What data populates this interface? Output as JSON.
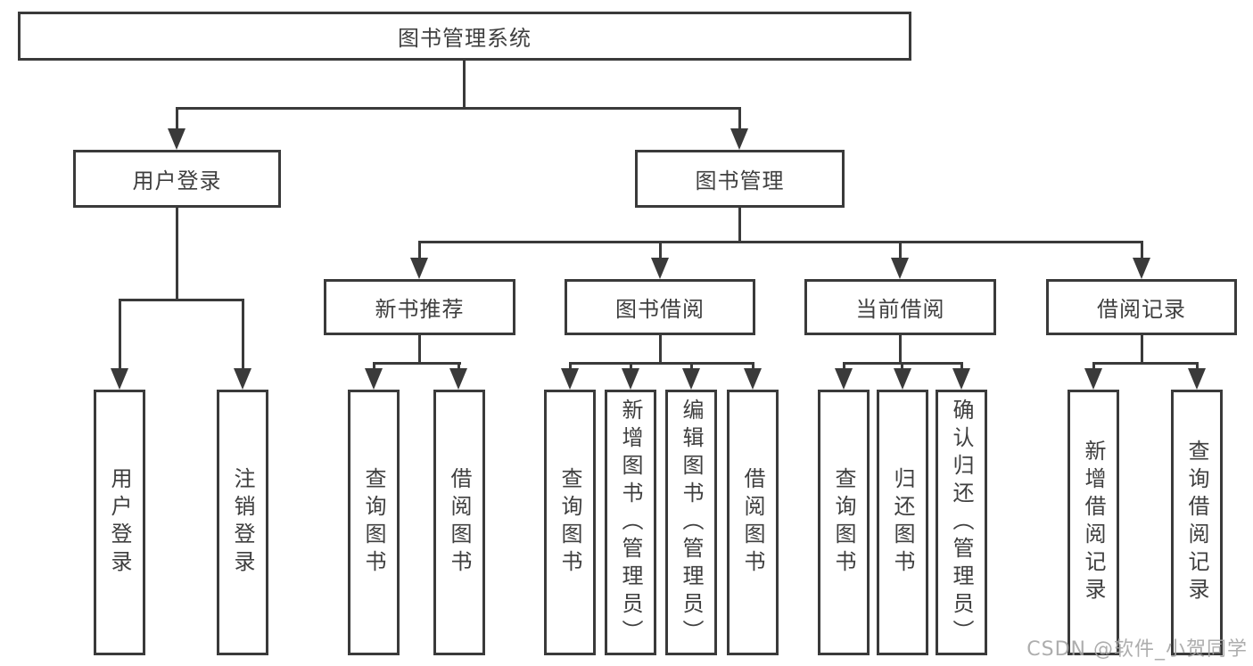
{
  "colors": {
    "line": "#3a3a3a",
    "text": "#3f3f3f",
    "box_background": "#ffffff",
    "page_background": "#ffffff",
    "watermark": "#a4a4a4"
  },
  "diagram": {
    "root": {
      "label": "图书管理系统"
    },
    "branches": [
      {
        "label": "用户登录",
        "children": [
          {
            "label": "用户登录"
          },
          {
            "label": "注销登录"
          }
        ]
      },
      {
        "label": "图书管理",
        "children": [
          {
            "label": "新书推荐",
            "children": [
              {
                "label": "查询图书"
              },
              {
                "label": "借阅图书"
              }
            ]
          },
          {
            "label": "图书借阅",
            "children": [
              {
                "label": "查询图书"
              },
              {
                "label": "新增图书（管理员）"
              },
              {
                "label": "编辑图书（管理员）"
              },
              {
                "label": "借阅图书"
              }
            ]
          },
          {
            "label": "当前借阅",
            "children": [
              {
                "label": "查询图书"
              },
              {
                "label": "归还图书"
              },
              {
                "label": "确认归还（管理员）"
              }
            ]
          },
          {
            "label": "借阅记录",
            "children": [
              {
                "label": "新增借阅记录"
              },
              {
                "label": "查询借阅记录"
              }
            ]
          }
        ]
      }
    ]
  },
  "watermark": {
    "text": "CSDN @软件_小贺同学"
  }
}
